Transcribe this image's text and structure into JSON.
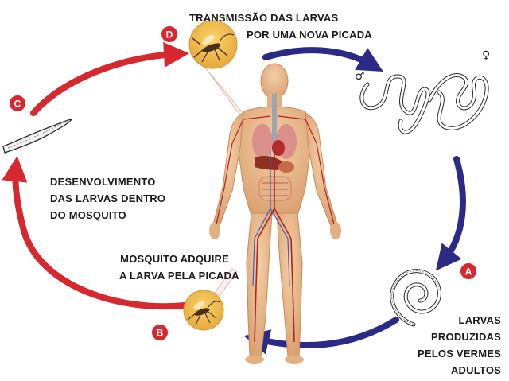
{
  "colors": {
    "red_arrow": "#d7282f",
    "blue_arrow": "#2b2a87",
    "badge_red": "#d7282f",
    "badge_text": "#ffffff",
    "skin": "#e8b98a",
    "organs": "#c0392b"
  },
  "steps": {
    "a": {
      "letter": "A",
      "lines": [
        "LARVAS",
        "PRODUZIDAS",
        "PELOS VERMES",
        "ADULTOS"
      ]
    },
    "b": {
      "letter": "B",
      "lines": [
        "MOSQUITO ADQUIRE",
        "A LARVA PELA PICADA"
      ]
    },
    "c": {
      "letter": "C",
      "lines": [
        "DESENVOLVIMENTO",
        "DAS LARVAS DENTRO",
        "DO MOSQUITO"
      ]
    },
    "d": {
      "letter": "D",
      "lines": [
        "TRANSMISSÃO DAS LARVAS",
        "POR UMA NOVA PICADA"
      ]
    }
  },
  "symbols": {
    "male": "♂",
    "female": "♀"
  },
  "icons": {
    "human": "human-anatomy-figure",
    "mosquito": "mosquito-icon",
    "worm": "adult-worm-icon",
    "larva": "larva-icon"
  }
}
